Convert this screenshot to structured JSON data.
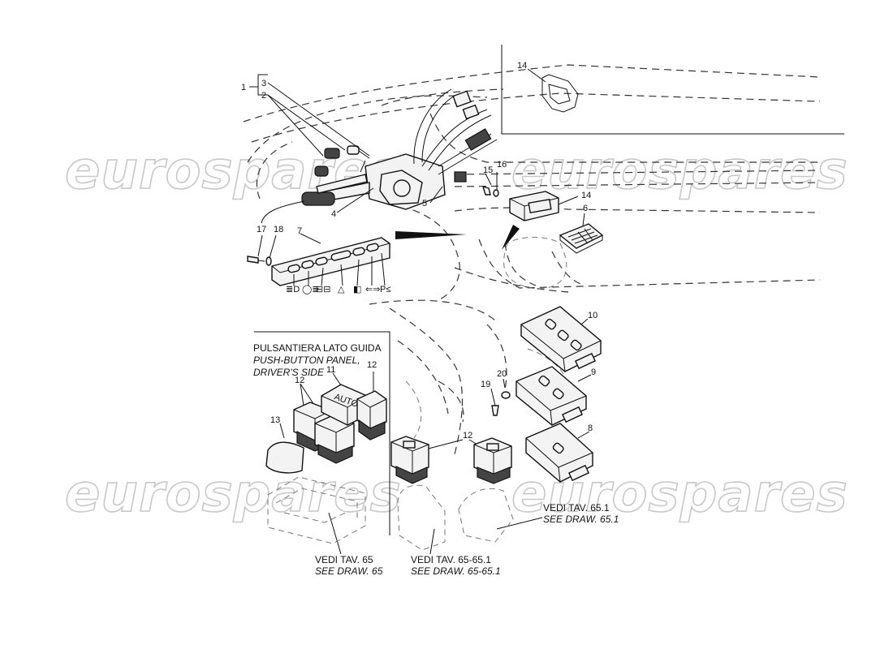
{
  "watermark": "eurospares",
  "part_numbers": [
    "1",
    "2",
    "3",
    "4",
    "5",
    "6",
    "7",
    "8",
    "9",
    "10",
    "11",
    "12",
    "13",
    "14",
    "15",
    "16",
    "17",
    "18",
    "19",
    "20"
  ],
  "switch_legend": [
    "≣D",
    "◯≣",
    "⊟⊟",
    "△",
    "◧",
    "⇐⇒",
    "P≤"
  ],
  "auto_button_text": "AUTO",
  "driver_panel": {
    "title_it": "PULSANTIERA LATO GUIDA",
    "title_en_line1": "PUSH-BUTTON PANEL,",
    "title_en_line2": "DRIVER'S SIDE"
  },
  "references": [
    {
      "it": "VEDI TAV. 65",
      "en": "SEE DRAW. 65"
    },
    {
      "it": "VEDI TAV. 65-65.1",
      "en": "SEE DRAW. 65-65.1"
    },
    {
      "it": "VEDI TAV. 65.1",
      "en": "SEE DRAW. 65.1"
    }
  ]
}
